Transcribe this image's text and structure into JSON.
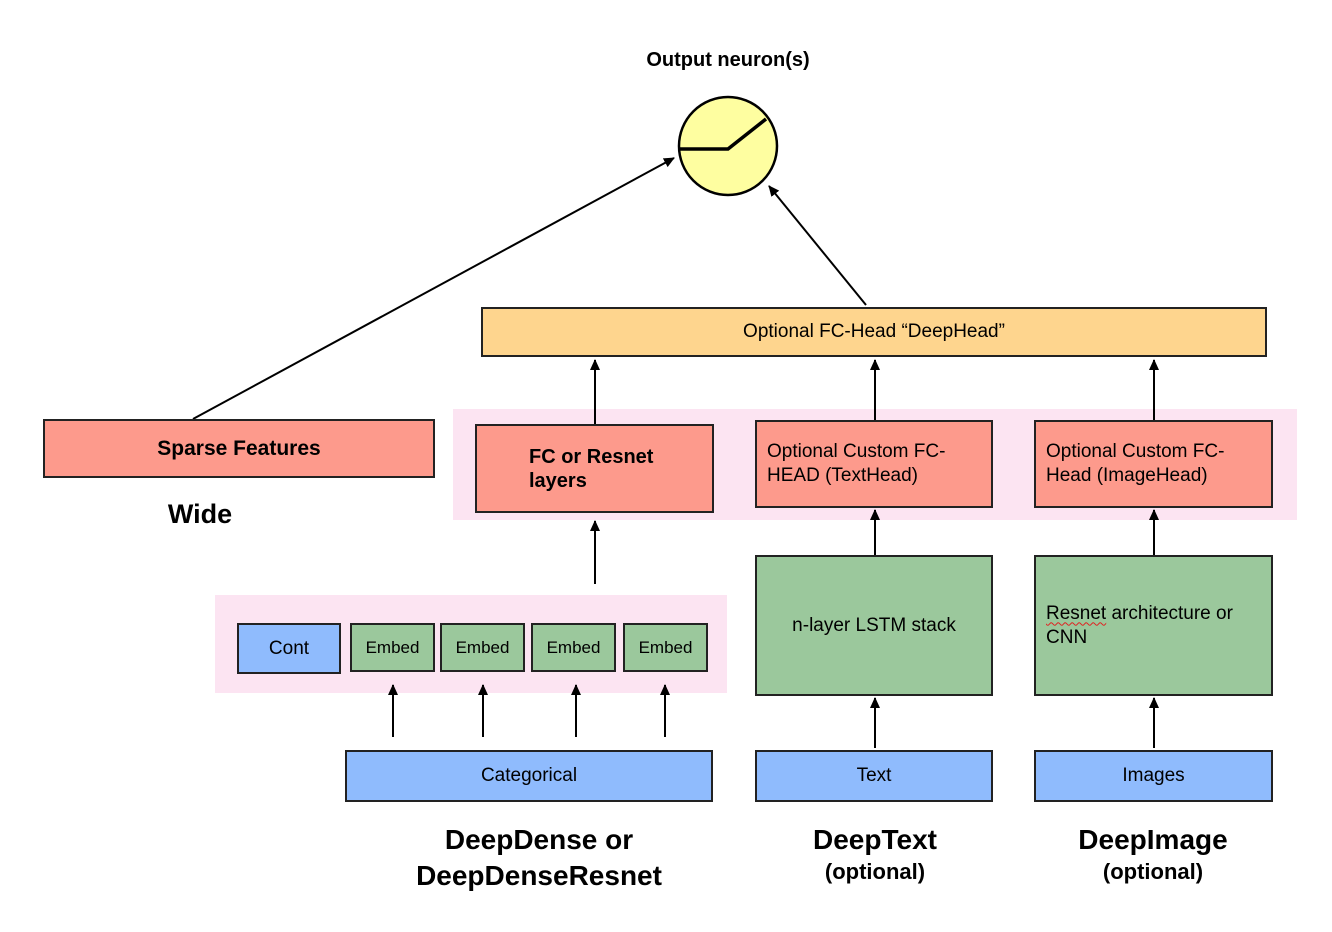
{
  "output": {
    "title": "Output neuron(s)"
  },
  "head": {
    "deephead_label": "Optional FC-Head “DeepHead”"
  },
  "wide": {
    "sparse_label": "Sparse Features",
    "section_label": "Wide"
  },
  "deepdense": {
    "fc_label": "FC or Resnet layers",
    "cont_label": "Cont",
    "embed_labels": [
      "Embed",
      "Embed",
      "Embed",
      "Embed"
    ],
    "categorical_label": "Categorical",
    "section_label_line1": "DeepDense or",
    "section_label_line2": "DeepDenseResnet"
  },
  "deeptext": {
    "head_label": "Optional Custom FC-HEAD (TextHead)",
    "lstm_label": "n-layer LSTM stack",
    "input_label": "Text",
    "section_label": "DeepText",
    "section_sub": "(optional)"
  },
  "deepimage": {
    "head_label": "Optional Custom FC-Head (ImageHead)",
    "cnn_label_word1": "Resnet",
    "cnn_label_rest": " architecture or CNN",
    "input_label": "Images",
    "section_label": "DeepImage",
    "section_sub": "(optional)"
  },
  "colors": {
    "neuron_fill": "#fefea0",
    "red_box": "#fd9a8c",
    "green_box": "#9bc89c",
    "blue_box": "#8fbbfd",
    "orange_box": "#fed58e",
    "pink_bg": "#fce4f2"
  }
}
